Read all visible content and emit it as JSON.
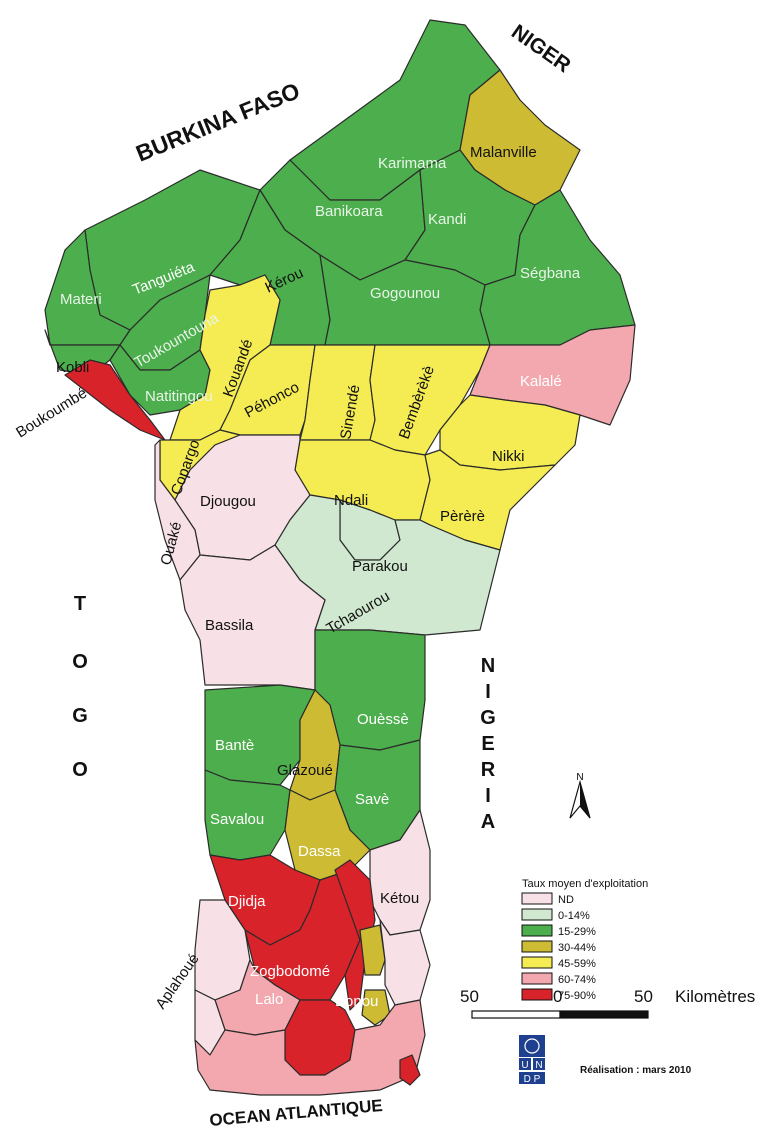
{
  "colors": {
    "nd": "#f7e1e6",
    "c0_14": "#cfe8cf",
    "c15_29": "#4cae4c",
    "c30_44": "#cdbc33",
    "c45_59": "#f4ec52",
    "c60_74": "#f2a8ae",
    "c75_90": "#d8232a",
    "border": "#2b2b2b",
    "undp_blue": "#1f3f8f"
  },
  "countries": {
    "burkina": "BURKINA FASO",
    "niger": "NIGER",
    "togo": [
      "T",
      "O",
      "G",
      "O"
    ],
    "nigeria": [
      "N",
      "I",
      "G",
      "E",
      "R",
      "I",
      "A"
    ],
    "ocean": "OCEAN ATLANTIQUE"
  },
  "communes": {
    "karimama": "Karimama",
    "malanville": "Malanville",
    "banikoara": "Banikoara",
    "kandi": "Kandi",
    "tanguieta": "Tanguiéta",
    "kerou": "Kérou",
    "segbana": "Ségbana",
    "gogounou": "Gogounou",
    "materi": "Materi",
    "toukountouna": "Toukountouna",
    "kobli": "Kobli",
    "natitingou": "Natitingou",
    "boukoumbe": "Boukoumbé",
    "kouande": "Kouandé",
    "pehonco": "Péhonco",
    "sinende": "Sinendé",
    "bembereke": "Bembèrèkè",
    "kalale": "Kalalé",
    "nikki": "Nikki",
    "copargo": "Copargo",
    "djougou": "Djougou",
    "ouake": "Ouaké",
    "ndali": "Ndali",
    "perere": "Pèrèrè",
    "parakou": "Parakou",
    "tchaourou": "Tchaourou",
    "bassila": "Bassila",
    "bante": "Bantè",
    "ouesse": "Ouèssè",
    "glazoue": "Glazoué",
    "save": "Savè",
    "savalou": "Savalou",
    "dassa": "Dassa",
    "djidja": "Djidja",
    "ketou": "Kétou",
    "aplahoue": "Aplahoué",
    "zogbodome": "Zogbodomé",
    "lalo": "Lalo",
    "bonou": "Bonou"
  },
  "legend": {
    "title": "Taux moyen d'exploitation",
    "items": [
      {
        "label": "ND"
      },
      {
        "label": "0-14%"
      },
      {
        "label": "15-29%"
      },
      {
        "label": "30-44%"
      },
      {
        "label": "45-59%"
      },
      {
        "label": "60-74%"
      },
      {
        "label": "75-90%"
      }
    ]
  },
  "north_arrow": {
    "label": "N"
  },
  "scale_bar": {
    "left": "50",
    "center": "0",
    "right": "50",
    "unit": "Kilomètres"
  },
  "logo": {
    "top": "U",
    "mid": "N",
    "bottom": "D P"
  },
  "credit": "Réalisation : mars 2010"
}
